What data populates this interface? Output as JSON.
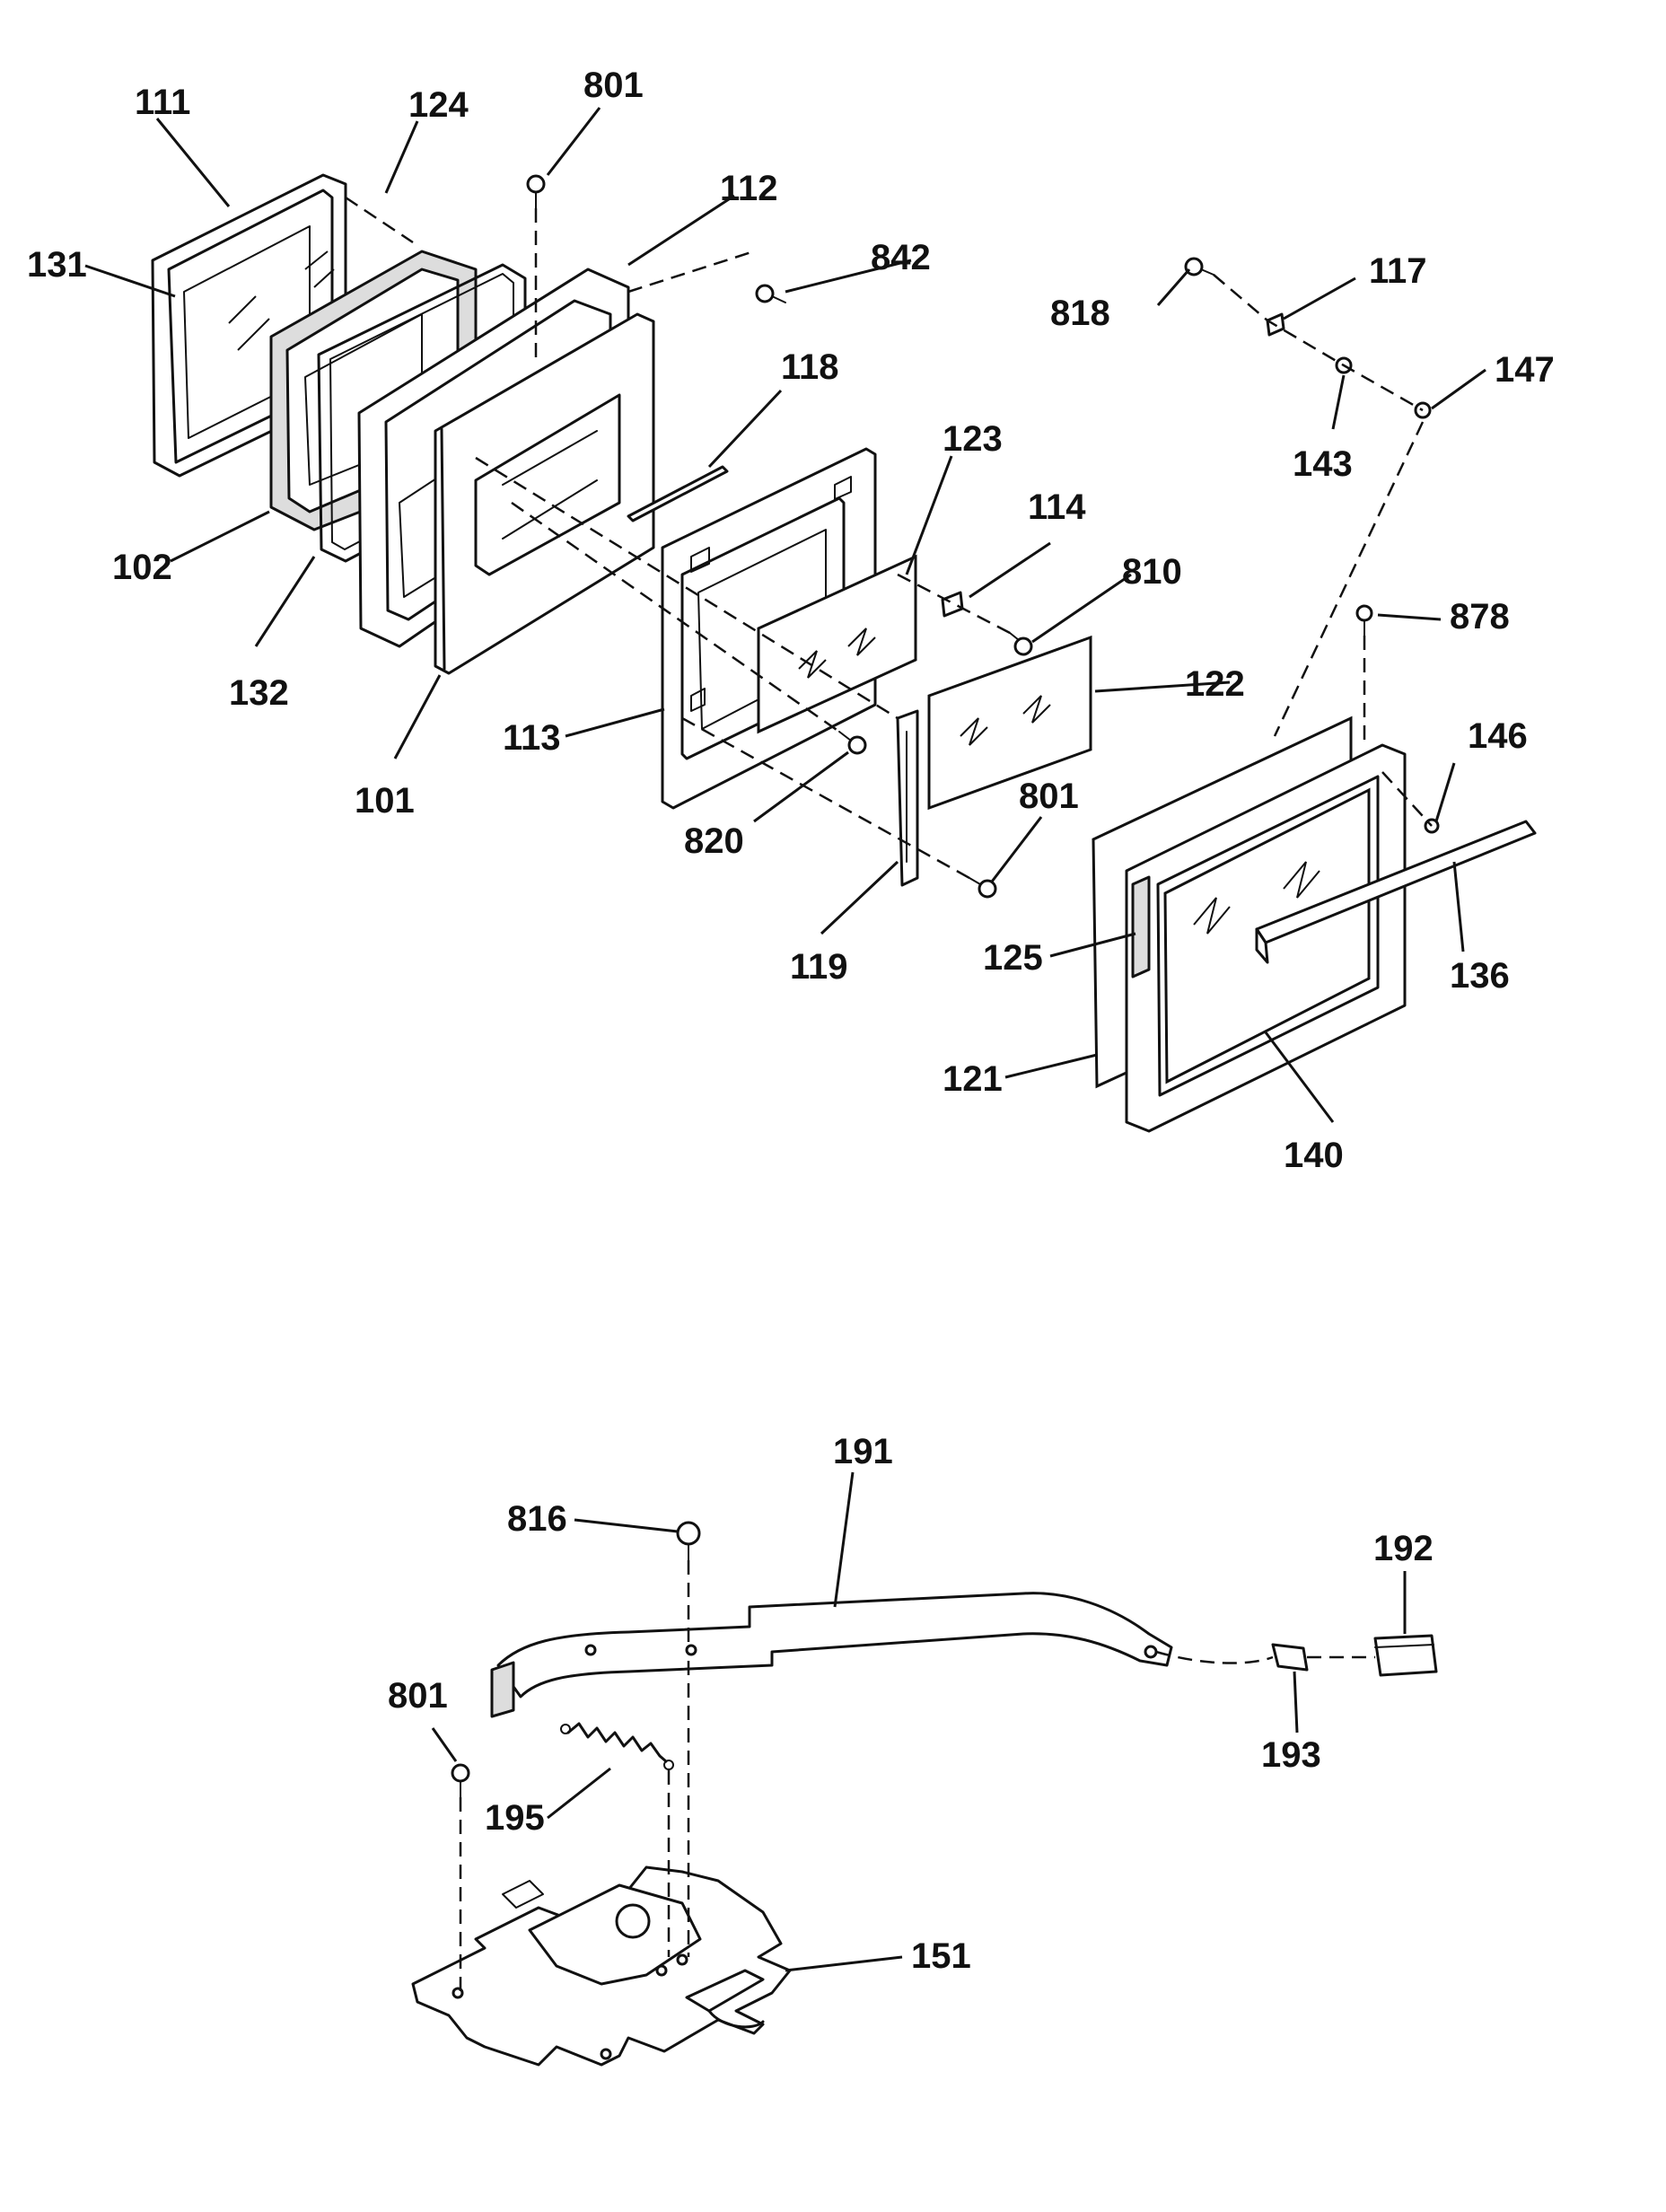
{
  "diagram": {
    "labels": {
      "p111": "111",
      "p124": "124",
      "p801a": "801",
      "p112": "112",
      "p842": "842",
      "p131": "131",
      "p118": "118",
      "p818": "818",
      "p117": "117",
      "p147": "147",
      "p143": "143",
      "p123": "123",
      "p114": "114",
      "p810": "810",
      "p878": "878",
      "p102": "102",
      "p132": "132",
      "p101": "101",
      "p113": "113",
      "p122": "122",
      "p146": "146",
      "p820": "820",
      "p801b": "801",
      "p119": "119",
      "p125": "125",
      "p136": "136",
      "p121": "121",
      "p140": "140",
      "p816": "816",
      "p191": "191",
      "p192": "192",
      "p801c": "801",
      "p195": "195",
      "p193": "193",
      "p151": "151"
    }
  }
}
